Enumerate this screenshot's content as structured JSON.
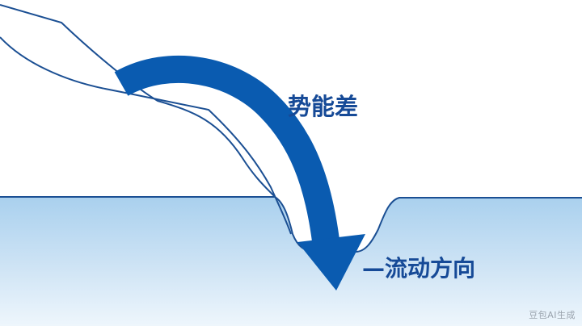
{
  "labels": {
    "potential_difference": "势能差",
    "flow_direction": "—流动方向"
  },
  "watermark": "豆包AI生成",
  "colors": {
    "arrow": "#0a5bb0",
    "outline": "#1b4f93",
    "water_top": "#a9d0ee",
    "water_bottom": "#e9f3fb",
    "background": "#ffffff",
    "label": "#164a97"
  }
}
